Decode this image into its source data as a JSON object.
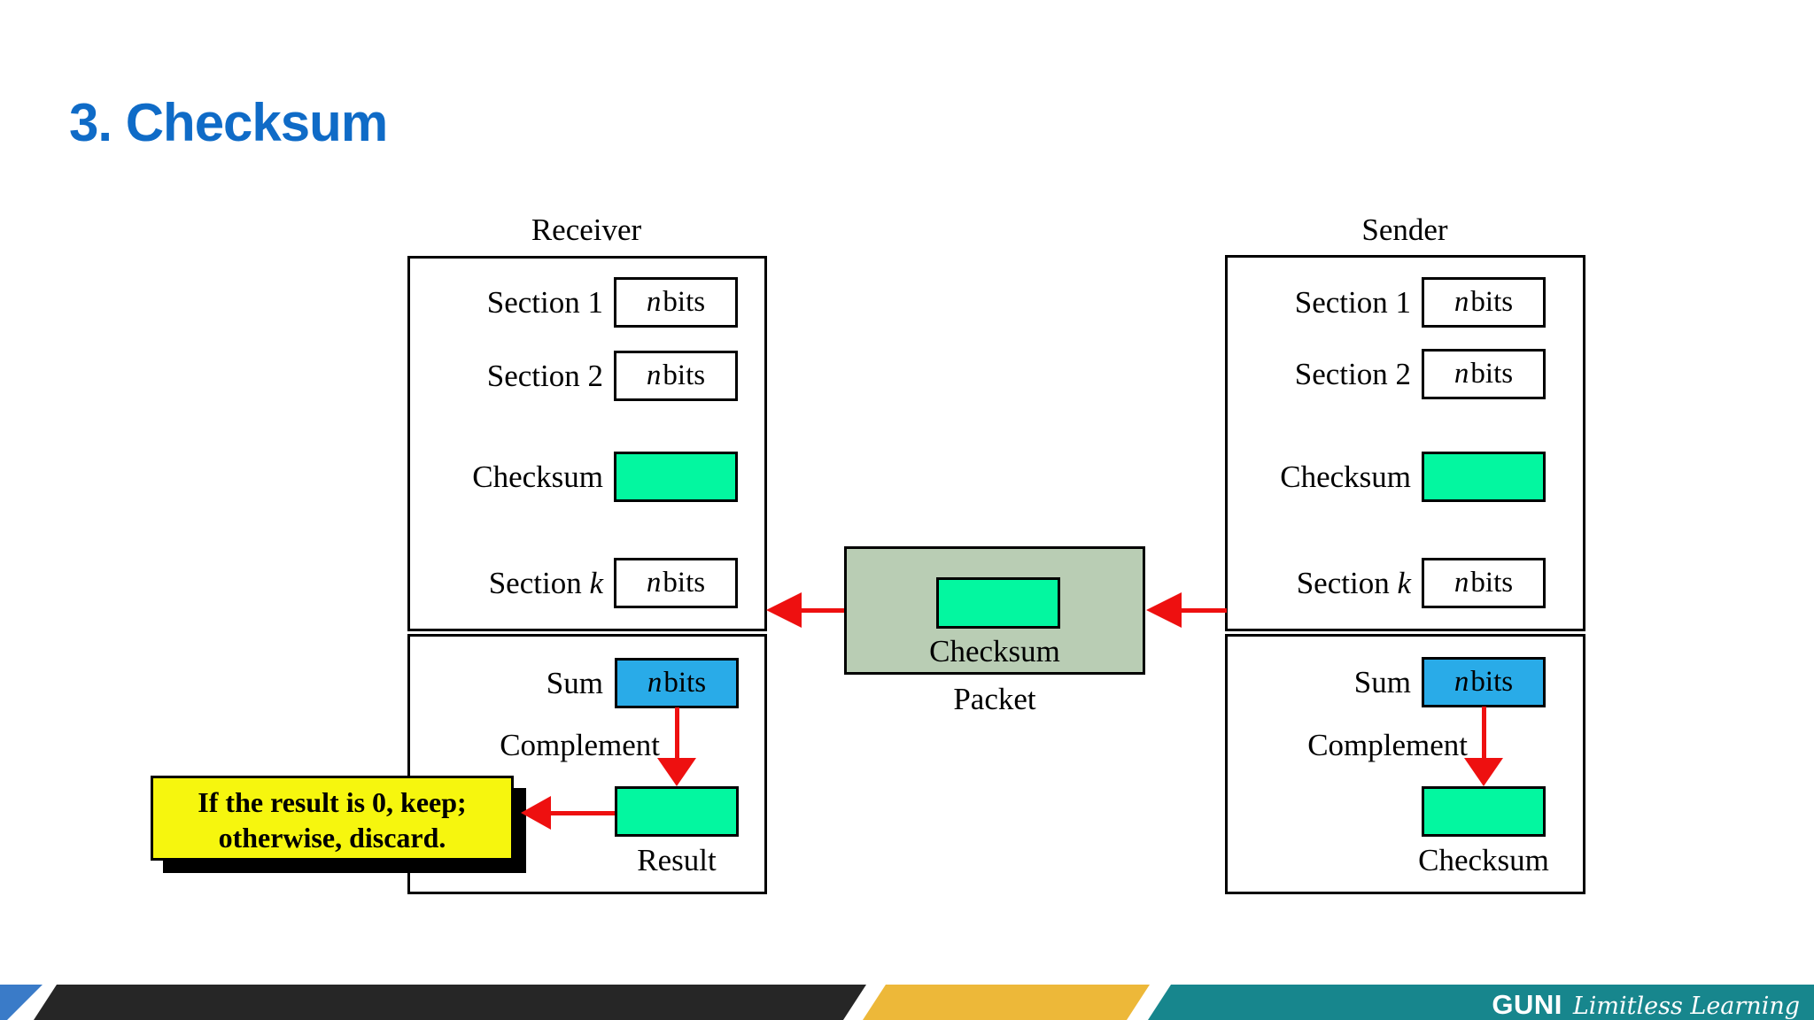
{
  "slide": {
    "title": "3. Checksum"
  },
  "shared": {
    "n": "n",
    "bits": " bits"
  },
  "receiver": {
    "title": "Receiver",
    "section1_label": "Section 1",
    "section2_label": "Section 2",
    "checksum_label": "Checksum",
    "sectionk_prefix": "Section ",
    "sectionk_var": "k",
    "sum_label": "Sum",
    "complement_label": "Complement",
    "result_label": "Result"
  },
  "sender": {
    "title": "Sender",
    "section1_label": "Section 1",
    "section2_label": "Section 2",
    "checksum_label": "Checksum",
    "sectionk_prefix": "Section ",
    "sectionk_var": "k",
    "sum_label": "Sum",
    "complement_label": "Complement",
    "checksum_result_label": "Checksum"
  },
  "packet": {
    "checksum_label": "Checksum",
    "label": "Packet"
  },
  "note": {
    "line1": "If the result is 0, keep;",
    "line2": "otherwise, discard."
  },
  "footer": {
    "brand": "GUNI",
    "tagline": "Limitless Learning"
  },
  "colors": {
    "title_blue": "#0F6BC7",
    "box_green": "#03F7A0",
    "box_blue": "#29ABE8",
    "packet_background": "#B9CDB4",
    "note_yellow": "#F6F60E",
    "arrow_red": "#EE1010",
    "footer_dark": "#262626",
    "footer_blue": "#3A7BC8",
    "footer_gold": "#EDB839",
    "footer_teal": "#17868D"
  }
}
